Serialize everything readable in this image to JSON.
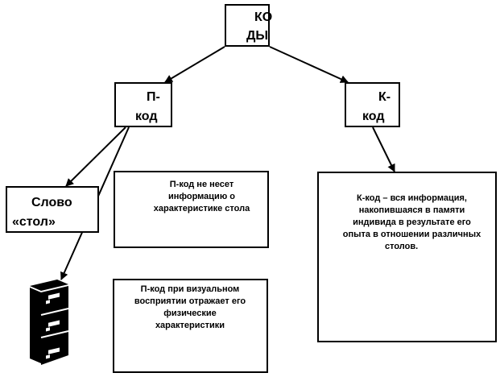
{
  "nodes": {
    "root": {
      "line1": "КО",
      "line2": "ДЫ"
    },
    "pcode": {
      "line1": "П-",
      "line2": "код"
    },
    "kcode": {
      "line1": "К-",
      "line2": "код"
    },
    "word": {
      "line1": "Слово",
      "line2": "«стол»"
    },
    "pcode_note1": {
      "line1": "П-код не несет",
      "line2": "информацию о",
      "line3": "характеристике стола"
    },
    "pcode_note2": {
      "line1": "П-код при визуальном",
      "line2": "восприятии отражает его",
      "line3": "физические",
      "line4": "характеристики"
    },
    "kcode_note": {
      "line1": "К-код – вся информация,",
      "line2": "накопившаяся в памяти",
      "line3": "индивида в результате его",
      "line4": "опыта в отношении различных",
      "line5": "столов."
    }
  },
  "icons": {
    "file_cabinet": "file-cabinet-icon"
  },
  "colors": {
    "line": "#000000",
    "background": "#ffffff"
  }
}
